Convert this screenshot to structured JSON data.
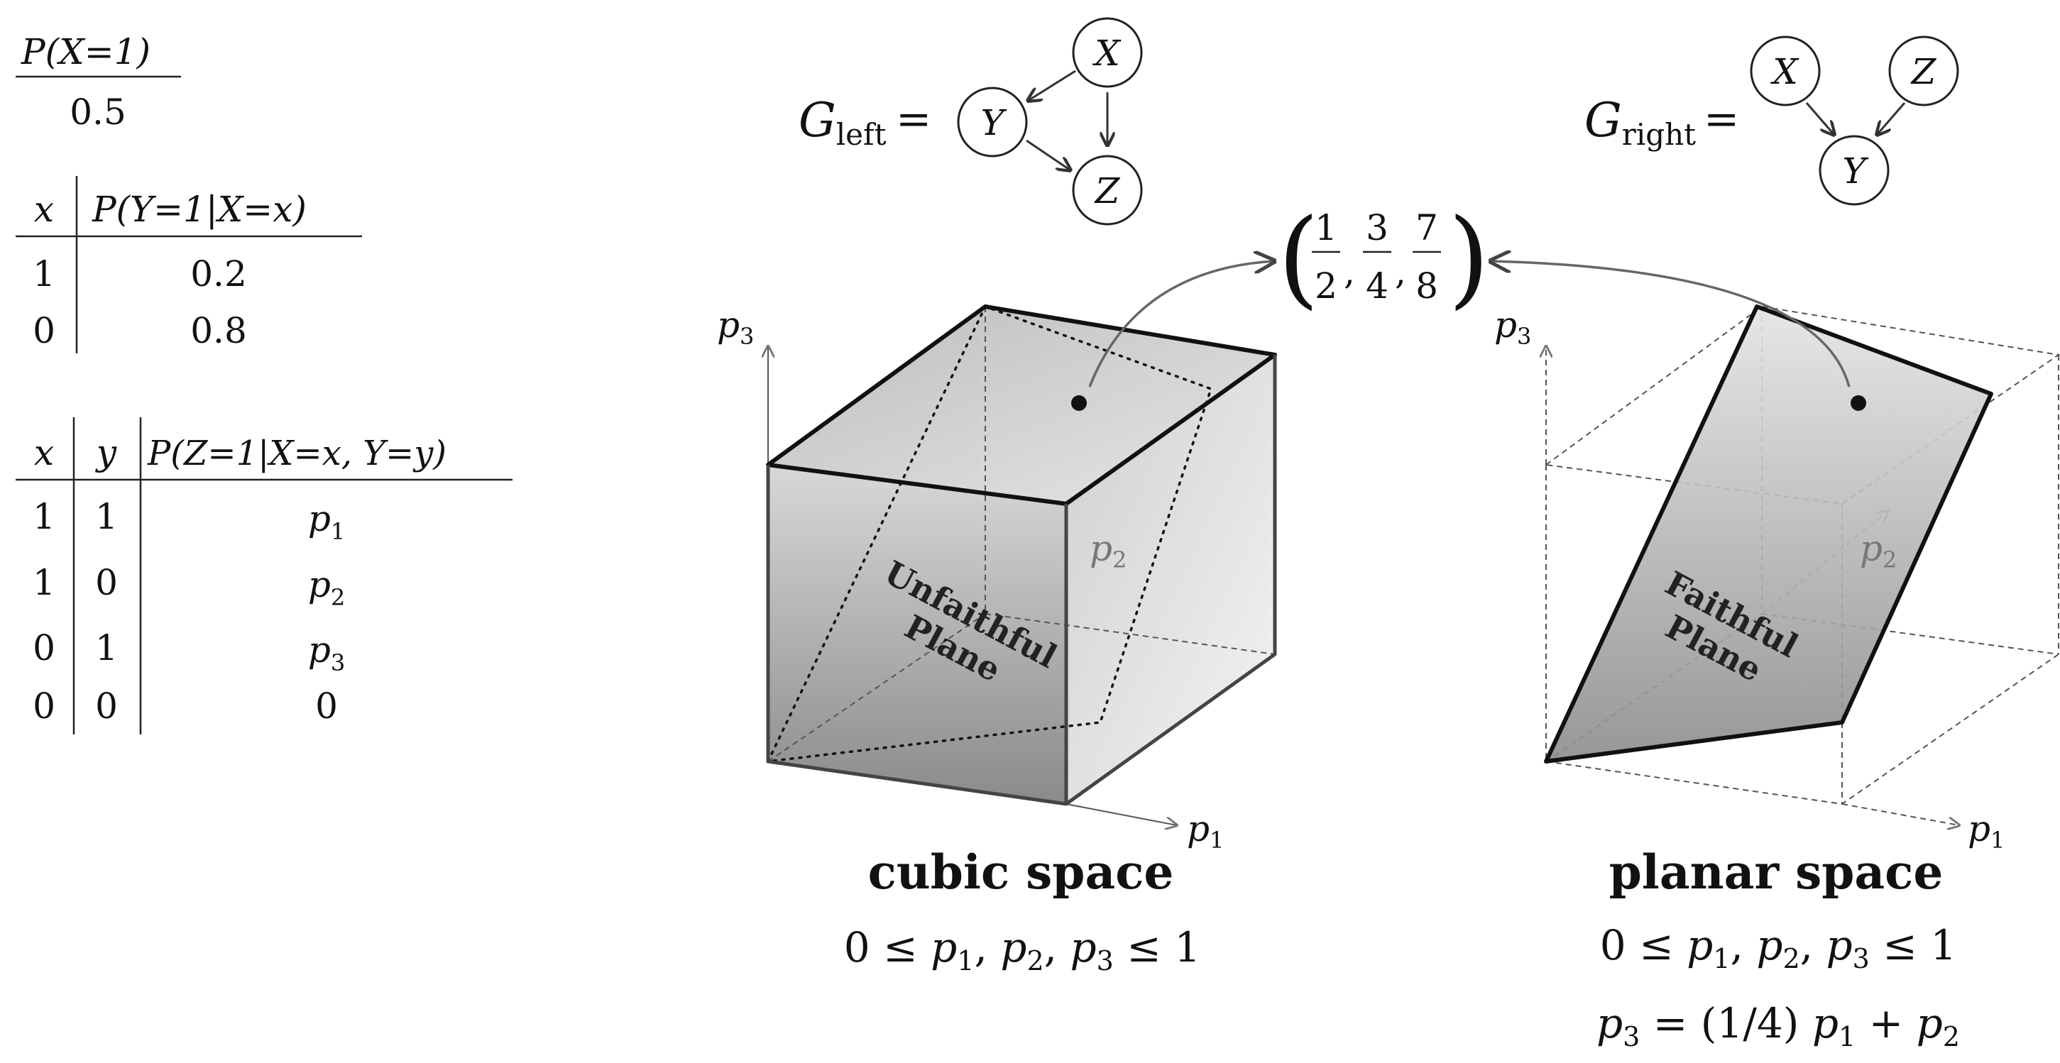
{
  "tables": {
    "px": {
      "header": "P(X=1)",
      "value": "0.5"
    },
    "py": {
      "headers": [
        "x",
        "P(Y=1|X=x)"
      ],
      "rows": [
        [
          "1",
          "0.2"
        ],
        [
          "0",
          "0.8"
        ]
      ]
    },
    "pz": {
      "headers": [
        "x",
        "y",
        "P(Z=1|X=x, Y=y)"
      ],
      "rows": [
        [
          "1",
          "1",
          "p1"
        ],
        [
          "1",
          "0",
          "p2"
        ],
        [
          "0",
          "1",
          "p3"
        ],
        [
          "0",
          "0",
          "0"
        ]
      ]
    }
  },
  "graphs": {
    "left": {
      "label_main": "G",
      "label_sub": "left",
      "equals": "=",
      "nodes": [
        "X",
        "Y",
        "Z"
      ]
    },
    "right": {
      "label_main": "G",
      "label_sub": "right",
      "equals": "=",
      "nodes": [
        "X",
        "Z",
        "Y"
      ]
    }
  },
  "point": {
    "open": "(",
    "close": ")",
    "fractions": [
      [
        "1",
        "2"
      ],
      [
        "3",
        "4"
      ],
      [
        "7",
        "8"
      ]
    ]
  },
  "left_panel": {
    "axis_p1": "p",
    "axis_p1_sub": "1",
    "axis_p2": "p",
    "axis_p2_sub": "2",
    "axis_p3": "p",
    "axis_p3_sub": "3",
    "plane_line1": "Unfaithful",
    "plane_line2": "Plane",
    "title": "cubic space",
    "constraint": "0 ≤ p1, p2, p3 ≤ 1"
  },
  "right_panel": {
    "axis_p1": "p",
    "axis_p1_sub": "1",
    "axis_p2": "p",
    "axis_p2_sub": "2",
    "axis_p3": "p",
    "axis_p3_sub": "3",
    "plane_line1": "Faithful",
    "plane_line2": "Plane",
    "title": "planar space",
    "constraint1": "0 ≤ p1, p2, p3 ≤ 1",
    "constraint2": "p3 = (1/4) p1 + p2"
  }
}
